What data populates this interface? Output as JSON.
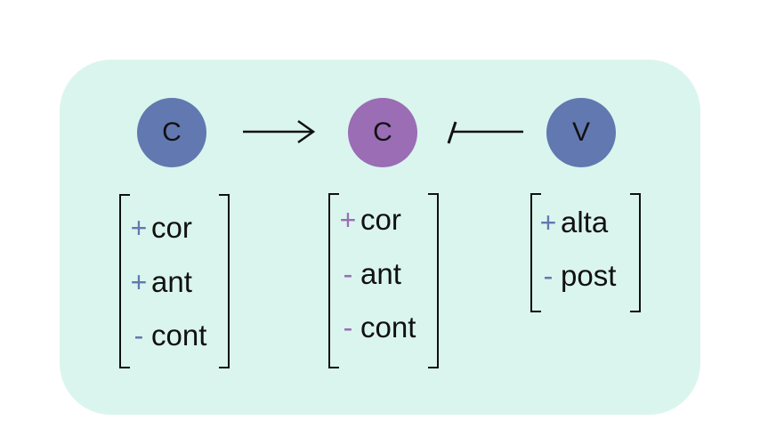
{
  "colors": {
    "panel_bg": "#daf5ee",
    "node_blue": "#6278b0",
    "node_purple": "#9a6db5",
    "sign_blue": "#6278b0",
    "sign_purple": "#9a6db5",
    "line": "#111111"
  },
  "nodes": {
    "left": {
      "label": "C"
    },
    "middle": {
      "label": "C"
    },
    "right": {
      "label": "V"
    }
  },
  "arrows": {
    "left_to_middle": "arrow",
    "right_to_middle": "blocked-arrow"
  },
  "matrices": {
    "left": [
      {
        "sign": "+",
        "feature": "cor"
      },
      {
        "sign": "+",
        "feature": "ant"
      },
      {
        "sign": "-",
        "feature": "cont"
      }
    ],
    "middle": [
      {
        "sign": "+",
        "feature": "cor"
      },
      {
        "sign": "-",
        "feature": "ant"
      },
      {
        "sign": "-",
        "feature": "cont"
      }
    ],
    "right": [
      {
        "sign": "+",
        "feature": "alta"
      },
      {
        "sign": "-",
        "feature": "post"
      }
    ]
  }
}
